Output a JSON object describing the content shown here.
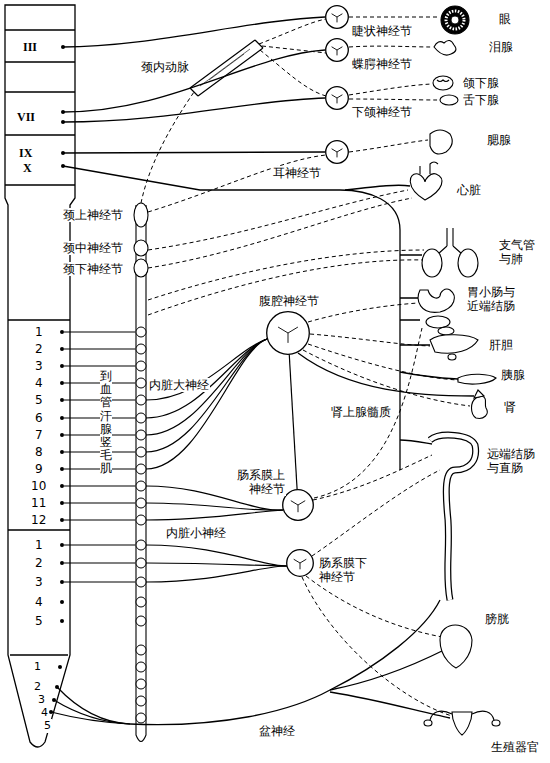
{
  "diagram": {
    "nodes": [
      {
        "text": [
          "睫状神经节"
        ]
      },
      {
        "text": [
          "蝶腭神经节"
        ]
      },
      {
        "text": [
          "下颌神经节"
        ]
      },
      {
        "text": [
          "耳神经节"
        ]
      },
      {
        "text": [
          "腹腔神经节"
        ]
      },
      {
        "text": [
          "肠系膜上神经节"
        ]
      },
      {
        "text": [
          "肠系膜下神经节"
        ]
      }
    ],
    "edges": [
      {
        "from": 4,
        "to": 5,
        "arrow": "none"
      }
    ],
    "labels": [
      "III",
      "VII",
      "IX",
      "X",
      "1",
      "2",
      "3",
      "4",
      "5",
      "6",
      "7",
      "8",
      "9",
      "10",
      "11",
      "12",
      "1",
      "2",
      "3",
      "4",
      "5",
      "1",
      "2",
      "3",
      "4",
      "5",
      "颈上神经节",
      "颈中神经节",
      "颈下神经节",
      "到血管汗腺竖毛肌",
      "内脏大神经",
      "内脏小神经",
      "颈内动脉",
      "眼",
      "泪腺",
      "颌下腺",
      "舌下腺",
      "腮腺",
      "心脏",
      "支气管与肺",
      "胃小肠与近端结肠",
      "肝胆",
      "胰腺",
      "肾上腺髓质",
      "肾",
      "远端结肠与直肠",
      "膀胱",
      "生殖器官",
      "盆神经"
    ]
  }
}
